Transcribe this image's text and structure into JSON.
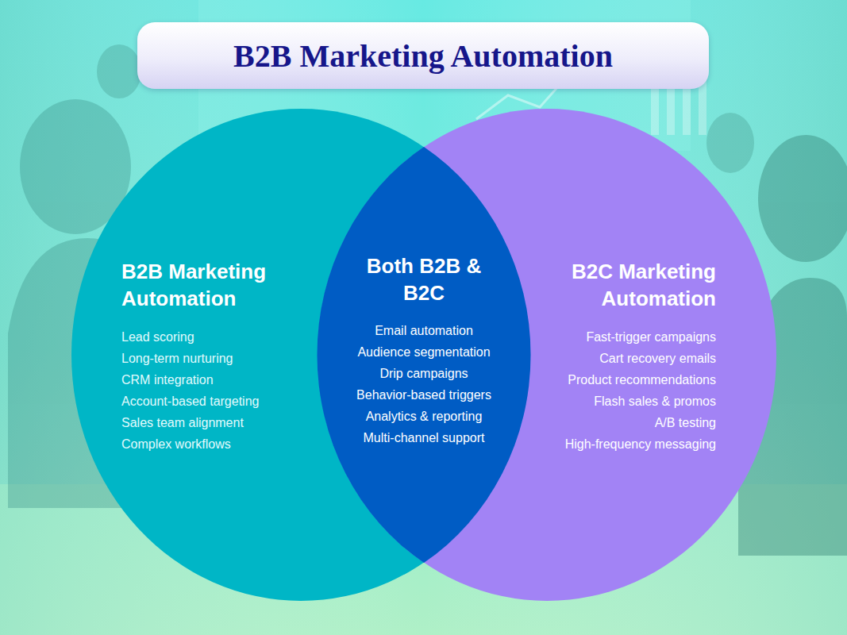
{
  "diagram": {
    "title": "B2B Marketing Automation",
    "nodes": [
      {
        "text": [
          "B2B Marketing Automation",
          "Lead scoring",
          "Long-term nurturing",
          "CRM integration",
          "Account-based targeting",
          "Sales team alignment",
          "Complex workflows"
        ]
      },
      {
        "text": [
          "Both B2B & B2C",
          "Email automation",
          "Audience segmentation",
          "Drip campaigns",
          "Behavior-based triggers",
          "Analytics & reporting",
          "Multi-channel support"
        ]
      },
      {
        "text": [
          "B2C Marketing Automation",
          "Fast-trigger campaigns",
          "Cart recovery emails",
          "Product recommendations",
          "Flash sales & promos",
          "A/B testing",
          "High-frequency messaging"
        ]
      }
    ]
  }
}
